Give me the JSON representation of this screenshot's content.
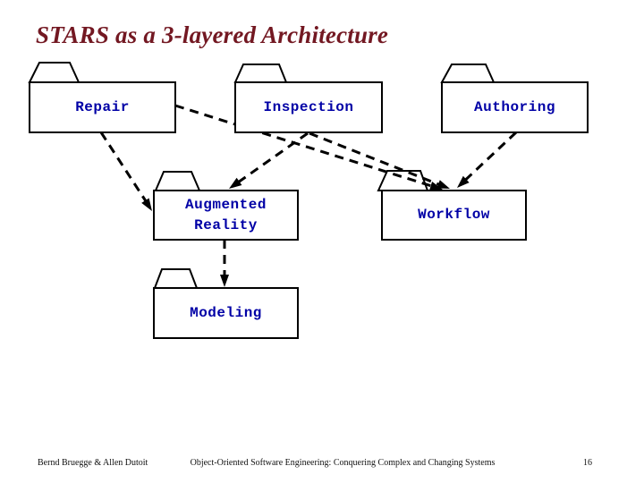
{
  "slide": {
    "title": "STARS as a 3-layered Architecture",
    "colors": {
      "background": "#ffffff",
      "title": "#731822",
      "label": "#0000a6",
      "line": "#000000"
    },
    "packages": [
      {
        "name": "repair",
        "label": "Repair"
      },
      {
        "name": "inspection",
        "label": "Inspection"
      },
      {
        "name": "authoring",
        "label": "Authoring"
      },
      {
        "name": "augmented-reality",
        "label": "Augmented\nReality"
      },
      {
        "name": "workflow",
        "label": "Workflow"
      },
      {
        "name": "modeling",
        "label": "Modeling"
      }
    ],
    "dependencies": [
      {
        "from": "Repair",
        "to": "Augmented Reality"
      },
      {
        "from": "Repair",
        "to": "Workflow"
      },
      {
        "from": "Inspection",
        "to": "Augmented Reality"
      },
      {
        "from": "Inspection",
        "to": "Workflow"
      },
      {
        "from": "Authoring",
        "to": "Workflow"
      },
      {
        "from": "Augmented Reality",
        "to": "Modeling"
      }
    ],
    "footer": {
      "authors": "Bernd Bruegge & Allen Dutoit",
      "course": "Object-Oriented Software Engineering: Conquering Complex and Changing Systems",
      "page_number": "16"
    }
  }
}
